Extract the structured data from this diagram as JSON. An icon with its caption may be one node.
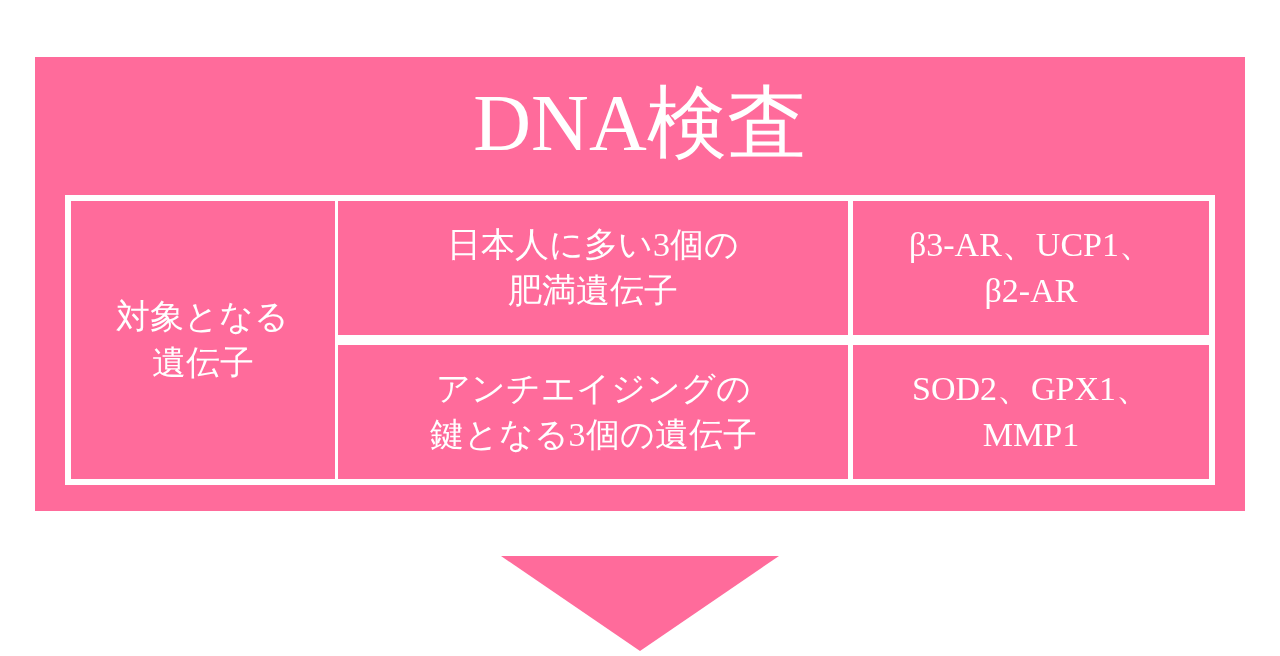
{
  "diagram": {
    "nodes": [
      {
        "text": [
          "DNA検査"
        ]
      }
    ],
    "labels": [
      "対象となる遺伝子",
      "日本人に多い3個の肥満遺伝子",
      "β3-AR、UCP1、β2-AR",
      "アンチエイジングの鍵となる3個の遺伝子",
      "SOD2、GPX1、MMP1"
    ]
  }
}
